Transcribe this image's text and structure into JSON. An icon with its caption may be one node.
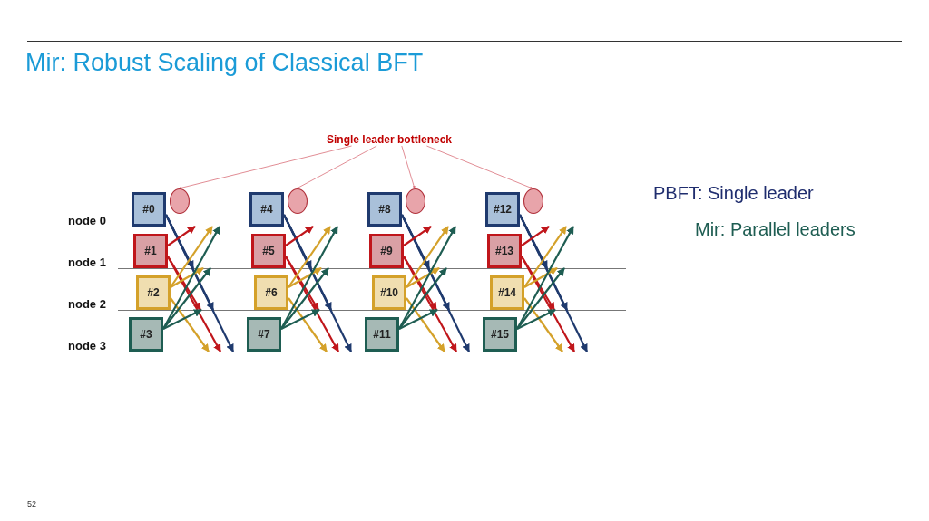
{
  "diagram": {
    "title": "Mir: Robust Scaling of Classical BFT",
    "nodes": [
      {
        "text": [
          "#0"
        ]
      },
      {
        "text": [
          "#1"
        ]
      },
      {
        "text": [
          "#2"
        ]
      },
      {
        "text": [
          "#3"
        ]
      },
      {
        "text": [
          "#4"
        ]
      },
      {
        "text": [
          "#5"
        ]
      },
      {
        "text": [
          "#6"
        ]
      },
      {
        "text": [
          "#7"
        ]
      },
      {
        "text": [
          "#8"
        ]
      },
      {
        "text": [
          "#9"
        ]
      },
      {
        "text": [
          "#10"
        ]
      },
      {
        "text": [
          "#11"
        ]
      },
      {
        "text": [
          "#12"
        ]
      },
      {
        "text": [
          "#13"
        ]
      },
      {
        "text": [
          "#14"
        ]
      },
      {
        "text": [
          "#15"
        ]
      },
      {
        "text": [
          "node 0"
        ]
      },
      {
        "text": [
          "node 1"
        ]
      },
      {
        "text": [
          "node 2"
        ]
      },
      {
        "text": [
          "node 3"
        ]
      },
      {
        "text": [
          "Single leader bottleneck"
        ]
      },
      {
        "text": [],
        "shape": "ellipse"
      },
      {
        "text": [],
        "shape": "ellipse"
      },
      {
        "text": [],
        "shape": "ellipse"
      },
      {
        "text": [],
        "shape": "ellipse"
      }
    ],
    "edges": [
      {
        "from": 0,
        "to": 17,
        "arrow": "to",
        "color": "#1f3a6e"
      },
      {
        "from": 0,
        "to": 18,
        "arrow": "to",
        "color": "#1f3a6e"
      },
      {
        "from": 0,
        "to": 19,
        "arrow": "to",
        "color": "#1f3a6e"
      },
      {
        "from": 1,
        "to": 16,
        "arrow": "to",
        "color": "#c0161b"
      },
      {
        "from": 1,
        "to": 18,
        "arrow": "to",
        "color": "#c0161b"
      },
      {
        "from": 1,
        "to": 19,
        "arrow": "to",
        "color": "#c0161b"
      },
      {
        "from": 2,
        "to": 16,
        "arrow": "to",
        "color": "#d4a12a"
      },
      {
        "from": 2,
        "to": 17,
        "arrow": "to",
        "color": "#d4a12a"
      },
      {
        "from": 2,
        "to": 19,
        "arrow": "to",
        "color": "#d4a12a"
      },
      {
        "from": 3,
        "to": 16,
        "arrow": "to",
        "color": "#1e5d52"
      },
      {
        "from": 3,
        "to": 17,
        "arrow": "to",
        "color": "#1e5d52"
      },
      {
        "from": 3,
        "to": 18,
        "arrow": "to",
        "color": "#1e5d52"
      },
      {
        "from": 4,
        "to": 17,
        "arrow": "to",
        "color": "#1f3a6e"
      },
      {
        "from": 4,
        "to": 18,
        "arrow": "to",
        "color": "#1f3a6e"
      },
      {
        "from": 4,
        "to": 19,
        "arrow": "to",
        "color": "#1f3a6e"
      },
      {
        "from": 5,
        "to": 16,
        "arrow": "to",
        "color": "#c0161b"
      },
      {
        "from": 5,
        "to": 18,
        "arrow": "to",
        "color": "#c0161b"
      },
      {
        "from": 5,
        "to": 19,
        "arrow": "to",
        "color": "#c0161b"
      },
      {
        "from": 6,
        "to": 16,
        "arrow": "to",
        "color": "#d4a12a"
      },
      {
        "from": 6,
        "to": 17,
        "arrow": "to",
        "color": "#d4a12a"
      },
      {
        "from": 6,
        "to": 19,
        "arrow": "to",
        "color": "#d4a12a"
      },
      {
        "from": 7,
        "to": 16,
        "arrow": "to",
        "color": "#1e5d52"
      },
      {
        "from": 7,
        "to": 17,
        "arrow": "to",
        "color": "#1e5d52"
      },
      {
        "from": 7,
        "to": 18,
        "arrow": "to",
        "color": "#1e5d52"
      },
      {
        "from": 8,
        "to": 17,
        "arrow": "to",
        "color": "#1f3a6e"
      },
      {
        "from": 8,
        "to": 18,
        "arrow": "to",
        "color": "#1f3a6e"
      },
      {
        "from": 8,
        "to": 19,
        "arrow": "to",
        "color": "#1f3a6e"
      },
      {
        "from": 9,
        "to": 16,
        "arrow": "to",
        "color": "#c0161b"
      },
      {
        "from": 9,
        "to": 18,
        "arrow": "to",
        "color": "#c0161b"
      },
      {
        "from": 9,
        "to": 19,
        "arrow": "to",
        "color": "#c0161b"
      },
      {
        "from": 10,
        "to": 16,
        "arrow": "to",
        "color": "#d4a12a"
      },
      {
        "from": 10,
        "to": 17,
        "arrow": "to",
        "color": "#d4a12a"
      },
      {
        "from": 10,
        "to": 19,
        "arrow": "to",
        "color": "#d4a12a"
      },
      {
        "from": 11,
        "to": 16,
        "arrow": "to",
        "color": "#1e5d52"
      },
      {
        "from": 11,
        "to": 17,
        "arrow": "to",
        "color": "#1e5d52"
      },
      {
        "from": 11,
        "to": 18,
        "arrow": "to",
        "color": "#1e5d52"
      },
      {
        "from": 12,
        "to": 17,
        "arrow": "to",
        "color": "#1f3a6e"
      },
      {
        "from": 12,
        "to": 18,
        "arrow": "to",
        "color": "#1f3a6e"
      },
      {
        "from": 12,
        "to": 19,
        "arrow": "to",
        "color": "#1f3a6e"
      },
      {
        "from": 13,
        "to": 16,
        "arrow": "to",
        "color": "#c0161b"
      },
      {
        "from": 13,
        "to": 18,
        "arrow": "to",
        "color": "#c0161b"
      },
      {
        "from": 13,
        "to": 19,
        "arrow": "to",
        "color": "#c0161b"
      },
      {
        "from": 14,
        "to": 16,
        "arrow": "to",
        "color": "#d4a12a"
      },
      {
        "from": 14,
        "to": 17,
        "arrow": "to",
        "color": "#d4a12a"
      },
      {
        "from": 14,
        "to": 19,
        "arrow": "to",
        "color": "#d4a12a"
      },
      {
        "from": 15,
        "to": 16,
        "arrow": "to",
        "color": "#1e5d52"
      },
      {
        "from": 15,
        "to": 17,
        "arrow": "to",
        "color": "#1e5d52"
      },
      {
        "from": 15,
        "to": 18,
        "arrow": "to",
        "color": "#1e5d52"
      },
      {
        "from": 20,
        "to": 21,
        "arrow": "to",
        "color": "#d9707a"
      },
      {
        "from": 20,
        "to": 22,
        "arrow": "to",
        "color": "#d9707a"
      },
      {
        "from": 20,
        "to": 23,
        "arrow": "to",
        "color": "#d9707a"
      },
      {
        "from": 20,
        "to": 24,
        "arrow": "to",
        "color": "#d9707a"
      }
    ],
    "labels": [
      "PBFT: Single leader",
      "Mir: Parallel leaders",
      "52"
    ]
  }
}
